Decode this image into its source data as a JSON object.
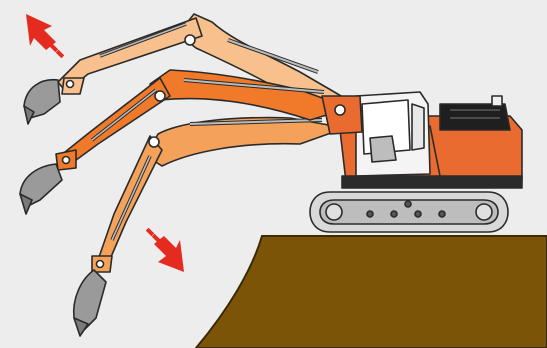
{
  "colors": {
    "background": "#ededed",
    "ground": "#7b5408",
    "ground_edge": "#3a2a06",
    "arm_far": "#f7c08d",
    "arm_middle": "#f07a2a",
    "arm_near": "#f4a15a",
    "body": "#e96b2f",
    "track": "#d9d9d9",
    "outline": "#2b2b2b",
    "arrow": "#e52a1f"
  },
  "illustration": {
    "machine": "hydraulic-excavator",
    "boom_positions": [
      "raised",
      "middle",
      "lowered"
    ],
    "arrows": [
      "up-left",
      "down-right"
    ]
  }
}
